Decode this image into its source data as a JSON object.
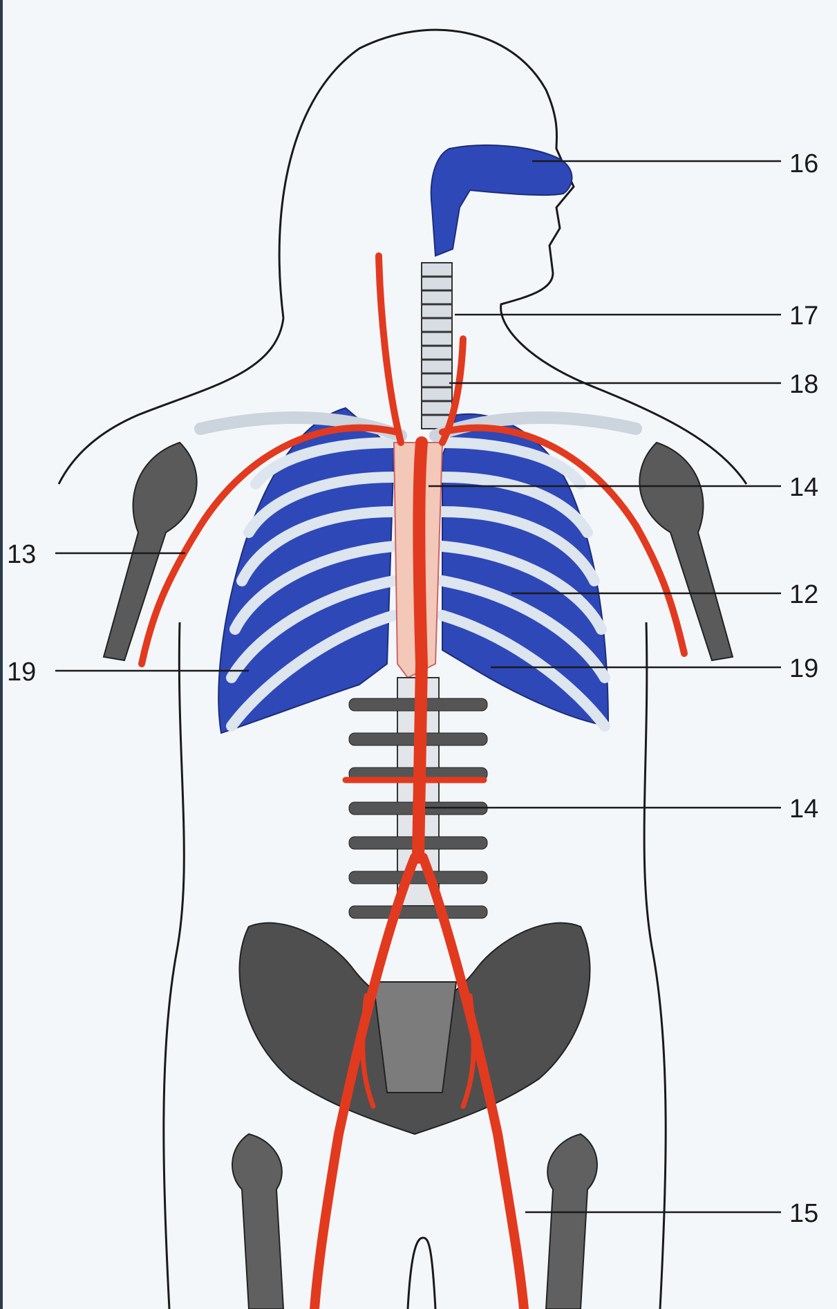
{
  "colors": {
    "background": "#f4f7fa",
    "artery": "#e23a1f",
    "lung_blue": "#2e48b8",
    "bone_light": "#e9eef4",
    "bone_dark": "#3a3a3a",
    "outline": "#1a1a1a"
  },
  "labels": {
    "nasal": "16",
    "larynx": "17",
    "trachea": "18",
    "aorta_upper": "14",
    "subclavian": "13",
    "lung": "12",
    "diaphragm_left": "19",
    "diaphragm_right": "19",
    "aorta_abdominal": "14",
    "femoral": "15"
  }
}
